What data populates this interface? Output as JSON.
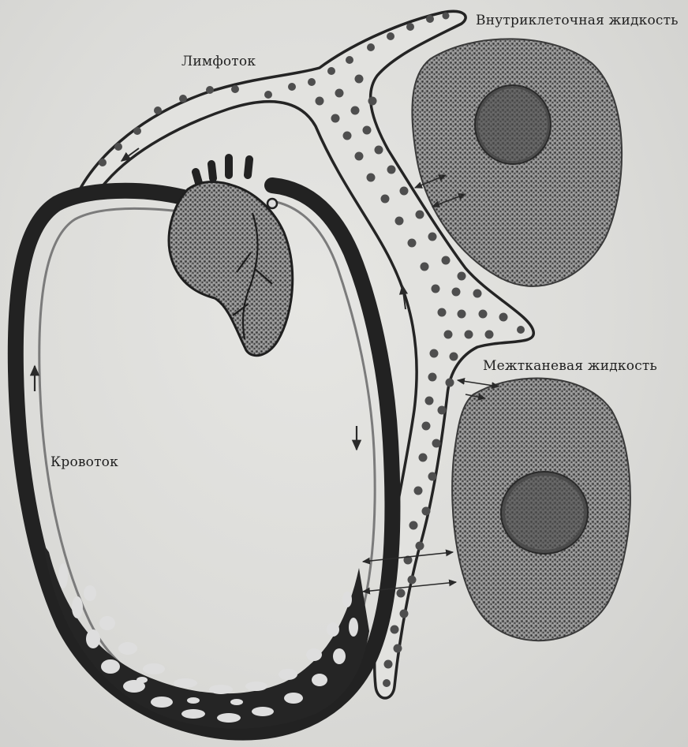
{
  "labels": {
    "intracellular_fluid": "Внутриклеточная жидкость",
    "lymph_flow": "Лимфоток",
    "interstitial_fluid": "Межтканевая жидкость",
    "blood_flow": "Кровоток"
  },
  "colors": {
    "ink": "#232323",
    "paper": "#dedede",
    "cell": "#5a5a5a",
    "nucleus": "#4a4a4a"
  }
}
